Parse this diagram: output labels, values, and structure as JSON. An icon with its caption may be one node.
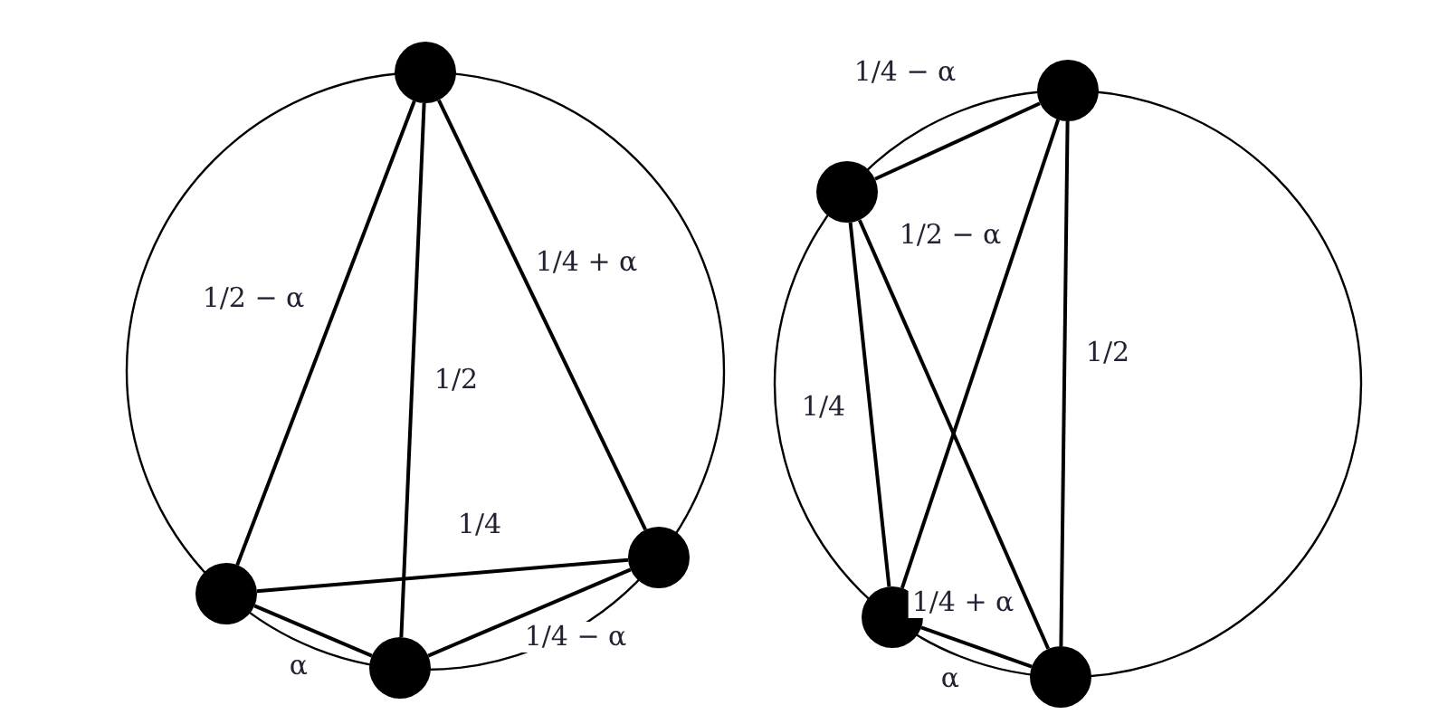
{
  "diagram": {
    "nodes": [
      {
        "text": [],
        "shape": "circle"
      },
      {
        "text": [],
        "shape": "circle"
      },
      {
        "text": [],
        "shape": "circle"
      },
      {
        "text": [],
        "shape": "circle"
      },
      {
        "text": [],
        "shape": "circle"
      },
      {
        "text": [],
        "shape": "circle"
      },
      {
        "text": [],
        "shape": "circle"
      },
      {
        "text": [],
        "shape": "circle"
      }
    ],
    "edges": [
      {
        "from": 0,
        "to": 1,
        "arrow": "none",
        "label": "1/2 − α"
      },
      {
        "from": 0,
        "to": 2,
        "arrow": "none",
        "label": "1/2"
      },
      {
        "from": 0,
        "to": 3,
        "arrow": "none",
        "label": "1/4 + α"
      },
      {
        "from": 1,
        "to": 3,
        "arrow": "none",
        "label": "1/4"
      },
      {
        "from": 1,
        "to": 2,
        "arrow": "none",
        "label": "α"
      },
      {
        "from": 2,
        "to": 3,
        "arrow": "none",
        "label": "1/4 − α"
      },
      {
        "from": 4,
        "to": 5,
        "arrow": "none",
        "label": "1/4 − α"
      },
      {
        "from": 4,
        "to": 6,
        "arrow": "none",
        "label": "1/2 − α"
      },
      {
        "from": 4,
        "to": 7,
        "arrow": "none",
        "label": "1/2"
      },
      {
        "from": 5,
        "to": 6,
        "arrow": "none",
        "label": "1/4"
      },
      {
        "from": 5,
        "to": 7,
        "arrow": "none",
        "label": "1/4 + α"
      },
      {
        "from": 6,
        "to": 7,
        "arrow": "none",
        "label": "α"
      }
    ]
  }
}
